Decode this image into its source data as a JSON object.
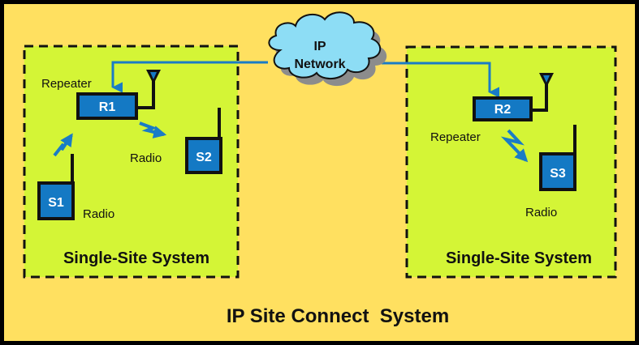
{
  "diagram": {
    "title": "IP Site Connect  System",
    "colors": {
      "frame": "#000000",
      "background": "#FFE060",
      "site_fill": "#D4F536",
      "device_fill": "#1479C4",
      "link": "#1A7CC6",
      "cloud_fill": "#8DDDF5",
      "cloud_shadow": "#8C8C8C",
      "text": "#111111",
      "device_text": "#FFFFFF"
    },
    "cloud": {
      "line1": "IP",
      "line2": "Network"
    },
    "sites": [
      {
        "label": "Single-Site System",
        "repeater": {
          "id": "R1",
          "caption": "Repeater"
        },
        "radios": [
          {
            "id": "S1",
            "caption": "Radio"
          },
          {
            "id": "S2",
            "caption": "Radio"
          }
        ]
      },
      {
        "label": "Single-Site System",
        "repeater": {
          "id": "R2",
          "caption": "Repeater"
        },
        "radios": [
          {
            "id": "S3",
            "caption": "Radio"
          }
        ]
      }
    ]
  }
}
